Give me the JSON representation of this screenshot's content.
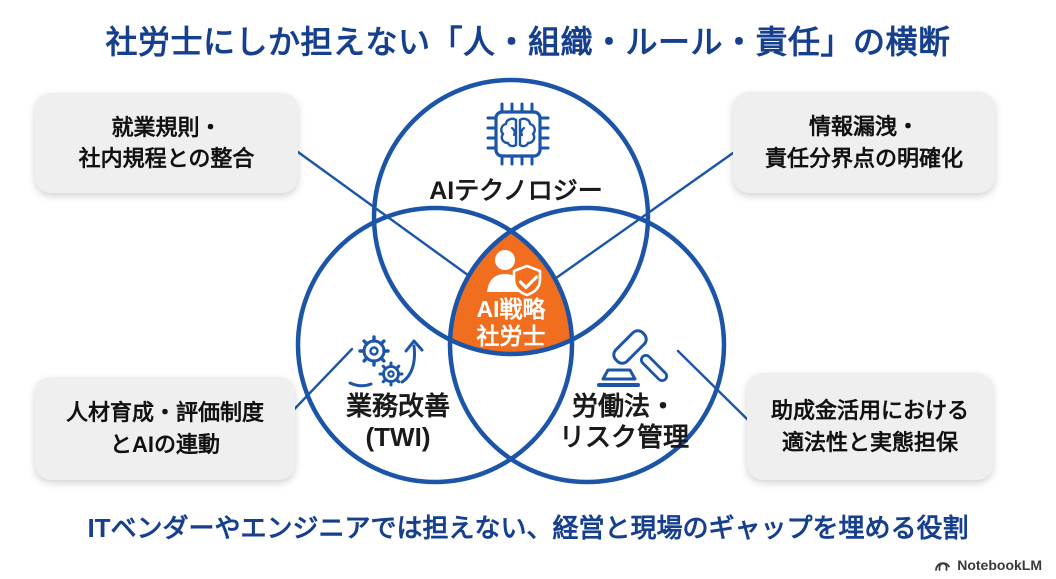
{
  "title": "社労士にしか担えない「人・組織・ルール・責任」の横断",
  "footer": "ITベンダーやエンジニアでは担えない、経営と現場のギャップを埋める役割",
  "venn": {
    "top_circle": {
      "label": "AIテクノロジー",
      "icon": "chip-brain-icon"
    },
    "bottom_left_circle": {
      "label_line1": "業務改善",
      "label_line2": "(TWI)",
      "icon": "gears-up-arrow-icon"
    },
    "bottom_right_circle": {
      "label_line1": "労働法・",
      "label_line2": "リスク管理",
      "icon": "gavel-icon"
    },
    "center": {
      "label_line1": "AI戦略",
      "label_line2": "社労士",
      "icon": "person-shield-check-icon"
    }
  },
  "callouts": [
    {
      "position": "top-left",
      "line1": "就業規則・",
      "line2": "社内規程との整合"
    },
    {
      "position": "top-right",
      "line1": "情報漏洩・",
      "line2": "責任分界点の明確化"
    },
    {
      "position": "bottom-left",
      "line1": "人材育成・評価制度",
      "line2": "とAIの連動"
    },
    {
      "position": "bottom-right",
      "line1": "助成金活用における",
      "line2": "適法性と実態担保"
    }
  ],
  "branding": {
    "logo_text": "NotebookLM",
    "logo_icon": "notebooklm-logo-icon"
  },
  "colors": {
    "title_text": "#163F8E",
    "circle_stroke": "#1C55A8",
    "center_fill": "#F06E1E",
    "callout_bg": "#EFEFEF",
    "label_text": "#1A1A1A",
    "background": "#FFFFFF"
  }
}
